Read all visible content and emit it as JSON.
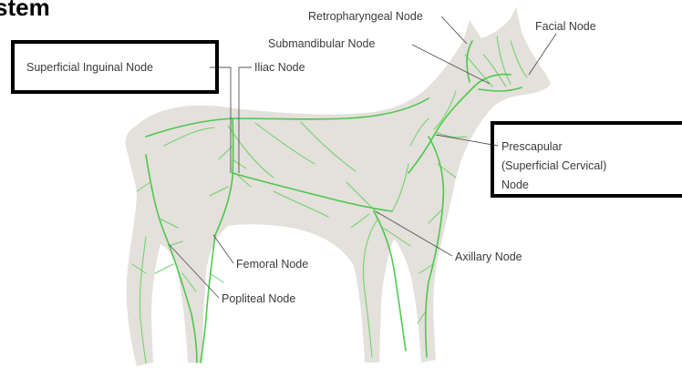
{
  "title_fragment": "stem",
  "labels": {
    "retropharyngeal": "Retropharyngeal Node",
    "facial": "Facial Node",
    "submandibular": "Submandibular Node",
    "superficial_inguinal": "Superficial Inguinal Node",
    "iliac": "Iliac Node",
    "prescapular_line1": "Prescapular",
    "prescapular_line2": "(Superficial Cervical)",
    "prescapular_line3": "Node",
    "axillary": "Axillary Node",
    "femoral": "Femoral Node",
    "popliteal": "Popliteal Node"
  },
  "colors": {
    "lymph_vessels": "#3cc43c",
    "body_silhouette": "#e4e0dc",
    "highlight_box": "#000000"
  }
}
